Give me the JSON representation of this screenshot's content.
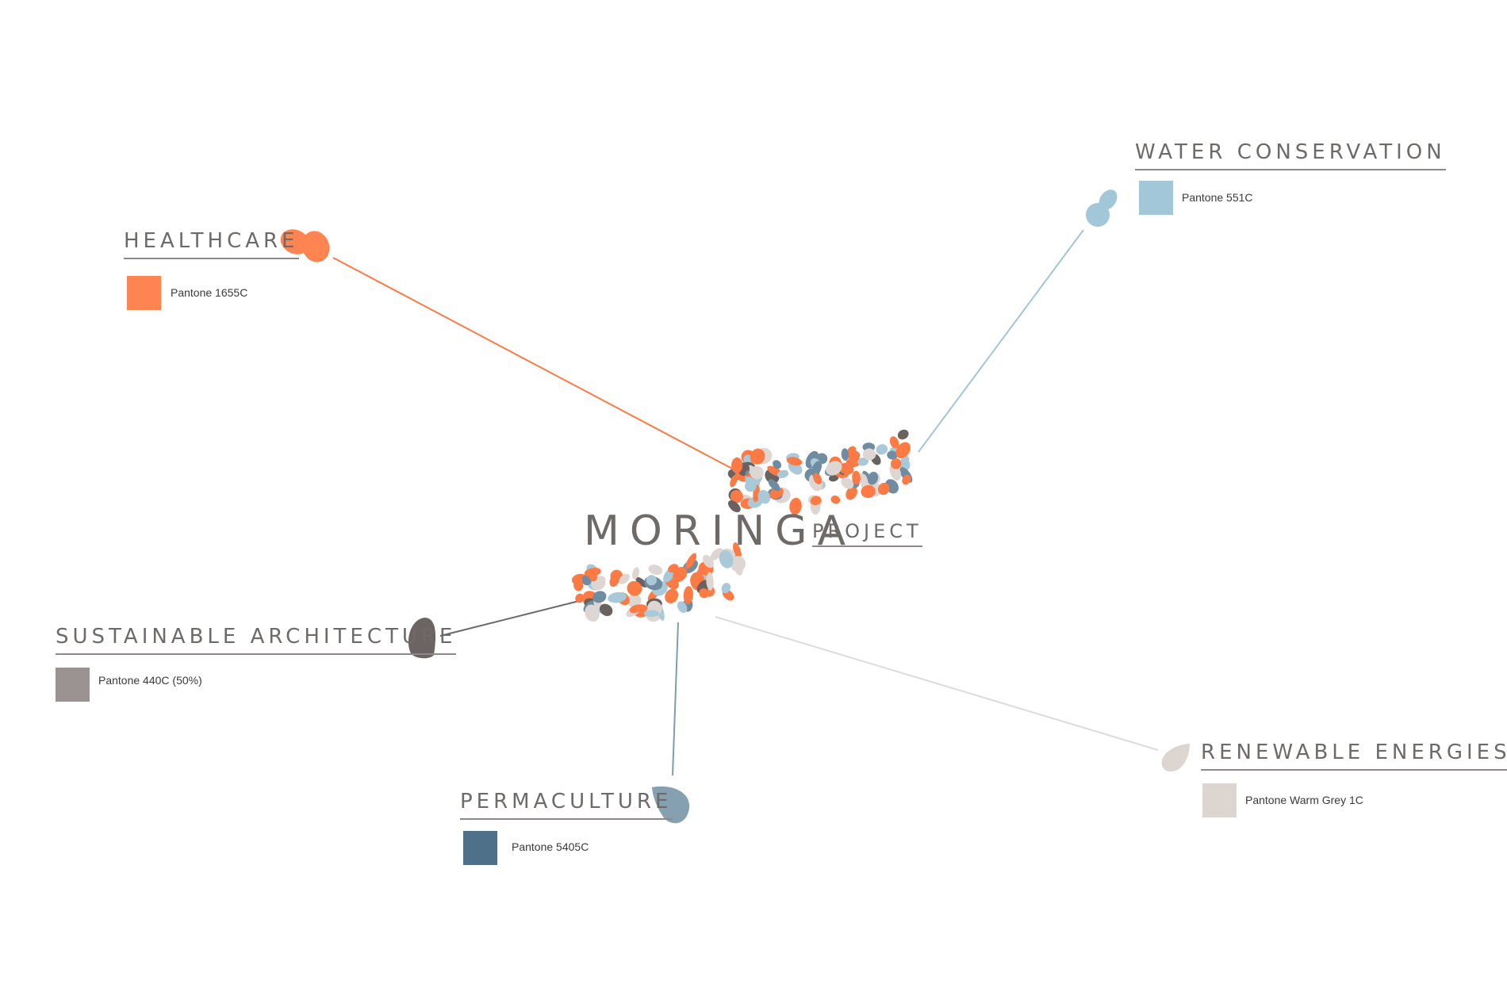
{
  "project": {
    "name": "MORINGA",
    "subtitle": "PROJECT"
  },
  "nodes": [
    {
      "key": "healthcare",
      "title": "HEALTHCARE",
      "swatch_label": "Pantone 1655C",
      "color": "#fe8451"
    },
    {
      "key": "water",
      "title": "WATER CONSERVATION",
      "swatch_label": "Pantone 551C",
      "color": "#a2c7d9"
    },
    {
      "key": "architecture",
      "title": "SUSTAINABLE ARCHITECTURE",
      "swatch_label": "Pantone 440C (50%)",
      "color": "#9b9391"
    },
    {
      "key": "permaculture",
      "title": "PERMACULTURE",
      "swatch_label": "Pantone 5405C",
      "color": "#4e7189"
    },
    {
      "key": "energies",
      "title": "RENEWABLE ENERGIES",
      "swatch_label": "Pantone Warm Grey 1C",
      "color": "#dcd5d0"
    }
  ],
  "colors": {
    "title_text": "#6e6a68",
    "healthcare_line": "#fe7a45",
    "water_line": "#a3c5d6",
    "architecture_line": "#6c6866",
    "permaculture_line": "#7f9cae",
    "energies_line": "#dcdcdc",
    "leaf_dark": "#6c6462",
    "leaf_blue": "#85a0b1"
  }
}
